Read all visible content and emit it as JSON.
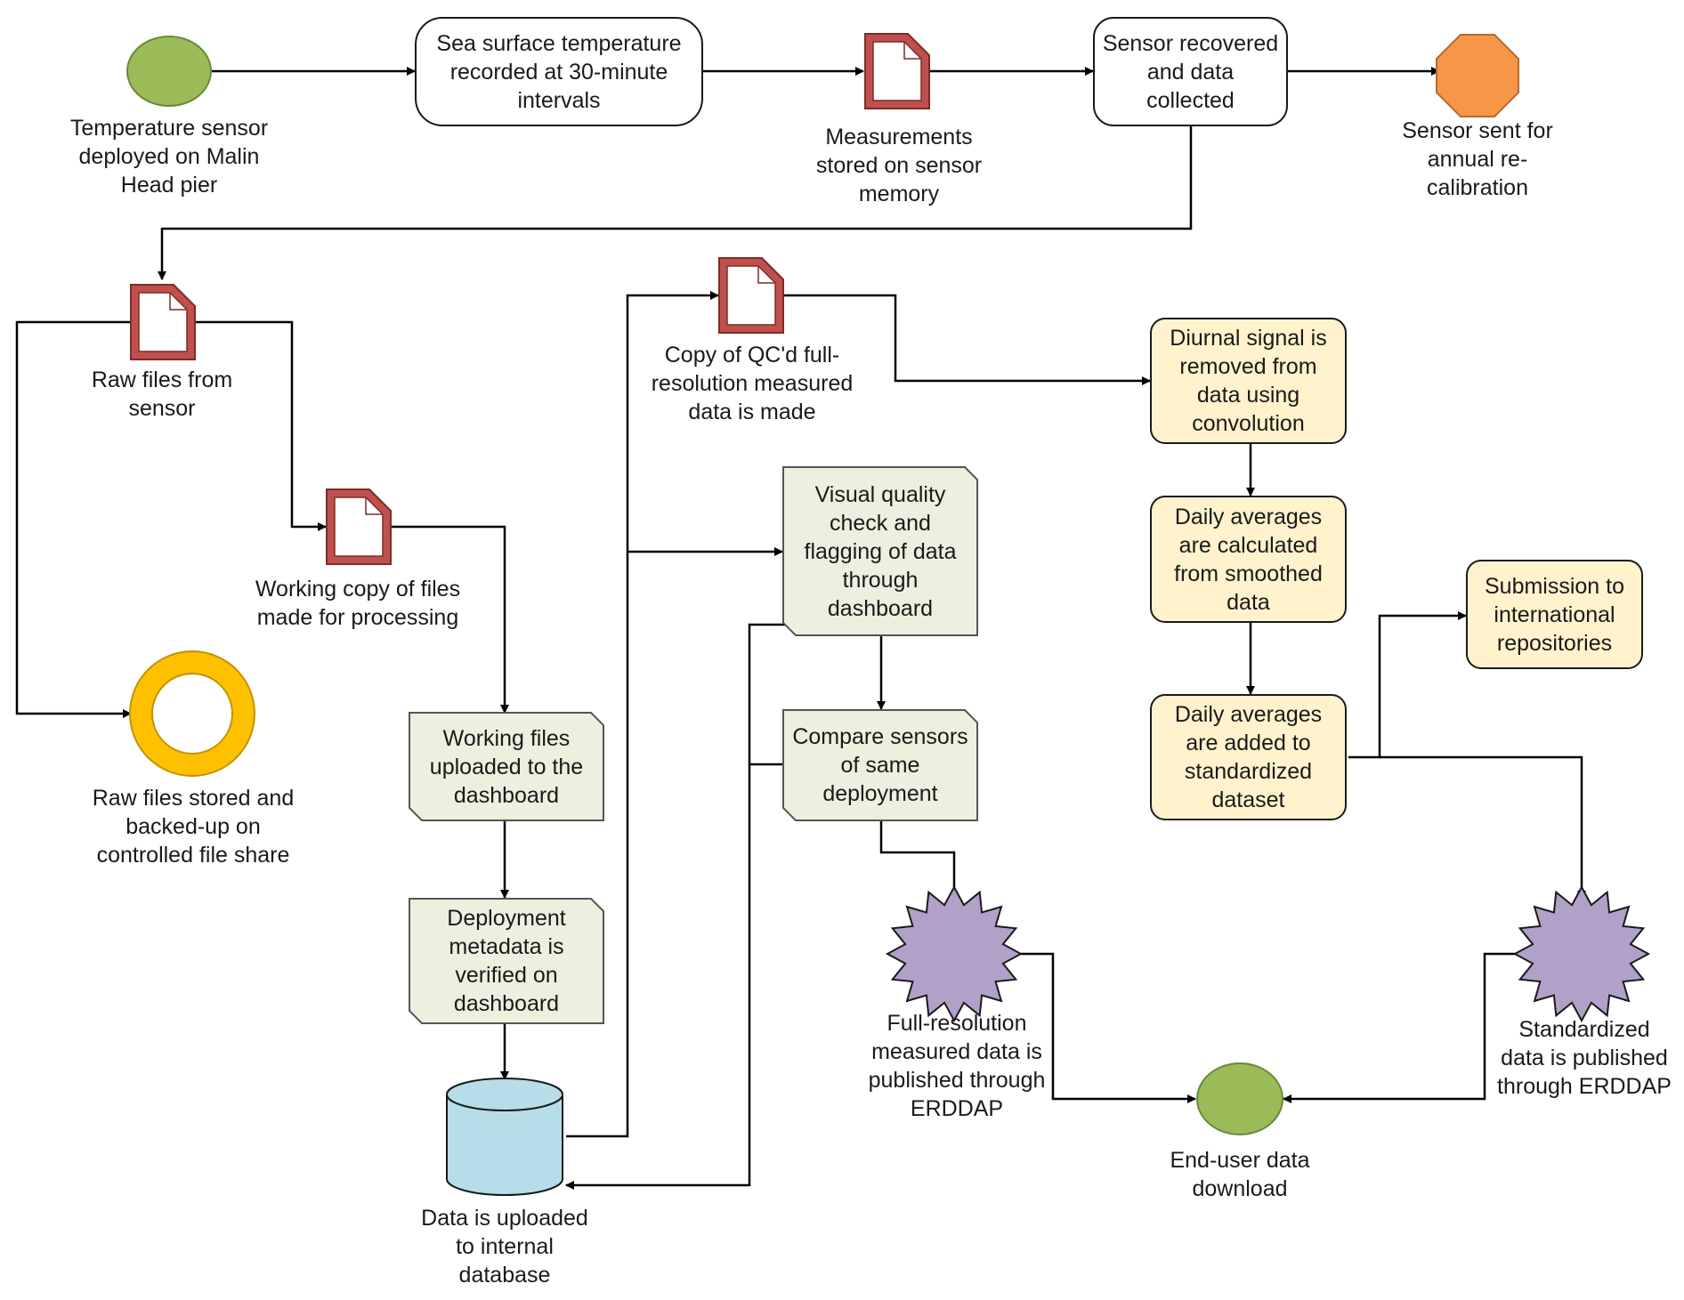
{
  "colors": {
    "start_event": "#9bbb59",
    "end_event": "#f79646",
    "storage_ring": "#ffc000",
    "database": "#b6dde8",
    "document": "#c0504d",
    "process_green": "#ebf1de",
    "process_yellow": "#fff2cc",
    "publish_burst": "#b1a0c7",
    "edge": "#000000"
  },
  "nodes": {
    "sensor_deployed": "Temperature sensor\ndeployed on Malin\nHead pier",
    "sst_recorded": "Sea surface temperature\nrecorded at 30-minute\nintervals",
    "measurements_stored": "Measurements\nstored on sensor\nmemory",
    "sensor_recovered": "Sensor recovered\nand data\ncollected",
    "sensor_recalibration": "Sensor sent for\nannual re-\ncalibration",
    "raw_files": "Raw files from\nsensor",
    "raw_files_stored": "Raw files stored and\nbacked-up on\ncontrolled file share",
    "working_copy": "Working copy of files\nmade for processing",
    "working_files_uploaded": "Working files\nuploaded to the\ndashboard",
    "metadata_verified": "Deployment\nmetadata is\nverified on\ndashboard",
    "data_uploaded": "Data is uploaded\nto internal\ndatabase",
    "qc_copy": "Copy of QC'd full-\nresolution measured\ndata is made",
    "visual_qc": "Visual quality\ncheck and\nflagging of data\nthrough\ndashboard",
    "compare_sensors": "Compare sensors\nof same\ndeployment",
    "full_res_published": "Full-resolution\nmeasured data is\npublished through\nERDDAP",
    "end_user_download": "End-user data\ndownload",
    "diurnal_removed": "Diurnal signal is\nremoved from\ndata using\nconvolution",
    "daily_averages_calc": "Daily averages\nare calculated\nfrom smoothed\ndata",
    "daily_averages_added": "Daily averages\nare added to\nstandardized\ndataset",
    "submission": "Submission to\ninternational\nrepositories",
    "standardized_published": "Standardized\ndata is published\nthrough ERDDAP"
  },
  "icons": {
    "start_event": "green-circle-event",
    "end_event": "orange-octagon-terminator",
    "document": "document-icon",
    "storage": "ring-storage-icon",
    "database": "cylinder-database-icon",
    "publish": "burst-publish-icon"
  }
}
